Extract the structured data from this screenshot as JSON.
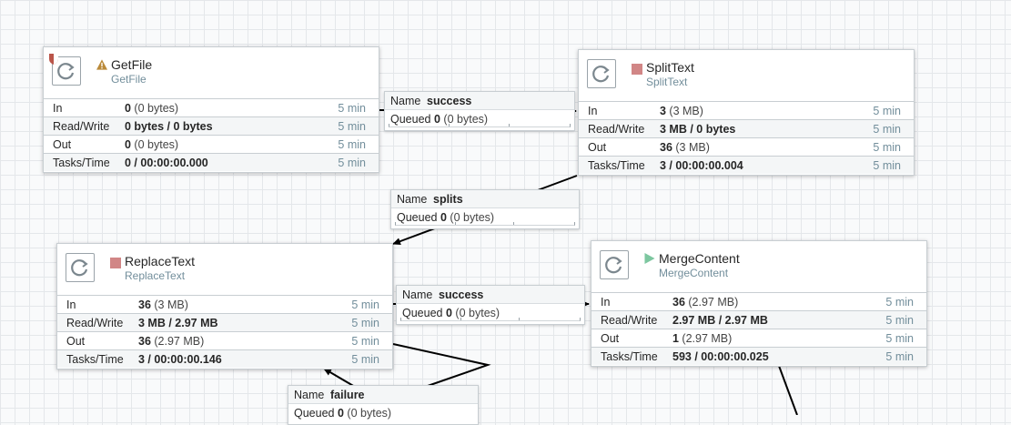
{
  "processors": [
    {
      "id": "getfile",
      "name": "GetFile",
      "type": "GetFile",
      "state_icon": "warning-icon",
      "restricted": true,
      "stats": [
        {
          "label": "In",
          "bold": "0",
          "rest": " (0 bytes)",
          "time": "5 min"
        },
        {
          "label": "Read/Write",
          "bold": "0 bytes / 0 bytes",
          "rest": "",
          "time": "5 min"
        },
        {
          "label": "Out",
          "bold": "0",
          "rest": " (0 bytes)",
          "time": "5 min"
        },
        {
          "label": "Tasks/Time",
          "bold": "0 / 00:00:00.000",
          "rest": "",
          "time": "5 min"
        }
      ]
    },
    {
      "id": "splittext",
      "name": "SplitText",
      "type": "SplitText",
      "state_icon": "stopped-icon",
      "stats": [
        {
          "label": "In",
          "bold": "3",
          "rest": " (3 MB)",
          "time": "5 min"
        },
        {
          "label": "Read/Write",
          "bold": "3 MB / 0 bytes",
          "rest": "",
          "time": "5 min"
        },
        {
          "label": "Out",
          "bold": "36",
          "rest": " (3 MB)",
          "time": "5 min"
        },
        {
          "label": "Tasks/Time",
          "bold": "3 / 00:00:00.004",
          "rest": "",
          "time": "5 min"
        }
      ]
    },
    {
      "id": "replacetext",
      "name": "ReplaceText",
      "type": "ReplaceText",
      "state_icon": "stopped-icon",
      "stats": [
        {
          "label": "In",
          "bold": "36",
          "rest": " (3 MB)",
          "time": "5 min"
        },
        {
          "label": "Read/Write",
          "bold": "3 MB / 2.97 MB",
          "rest": "",
          "time": "5 min"
        },
        {
          "label": "Out",
          "bold": "36",
          "rest": " (2.97 MB)",
          "time": "5 min"
        },
        {
          "label": "Tasks/Time",
          "bold": "3 / 00:00:00.146",
          "rest": "",
          "time": "5 min"
        }
      ]
    },
    {
      "id": "mergecontent",
      "name": "MergeContent",
      "type": "MergeContent",
      "state_icon": "running-icon",
      "stats": [
        {
          "label": "In",
          "bold": "36",
          "rest": " (2.97 MB)",
          "time": "5 min"
        },
        {
          "label": "Read/Write",
          "bold": "2.97 MB / 2.97 MB",
          "rest": "",
          "time": "5 min"
        },
        {
          "label": "Out",
          "bold": "1",
          "rest": " (2.97 MB)",
          "time": "5 min"
        },
        {
          "label": "Tasks/Time",
          "bold": "593 / 00:00:00.025",
          "rest": "",
          "time": "5 min"
        }
      ]
    }
  ],
  "connections": [
    {
      "id": "success1",
      "name_label": "Name",
      "name": "success",
      "queued_label": "Queued",
      "queued_count": "0",
      "queued_size": " (0 bytes)"
    },
    {
      "id": "splits",
      "name_label": "Name",
      "name": "splits",
      "queued_label": "Queued",
      "queued_count": "0",
      "queued_size": " (0 bytes)"
    },
    {
      "id": "success2",
      "name_label": "Name",
      "name": "success",
      "queued_label": "Queued",
      "queued_count": "0",
      "queued_size": " (0 bytes)"
    },
    {
      "id": "failure",
      "name_label": "Name",
      "name": "failure",
      "queued_label": "Queued",
      "queued_count": "0",
      "queued_size": " (0 bytes)"
    }
  ],
  "colors": {
    "stopped": "#d18686",
    "running": "#7dc7a0",
    "warning": "#ba8a3a",
    "restricted": "#ba554a",
    "type_text": "#728e9b"
  }
}
